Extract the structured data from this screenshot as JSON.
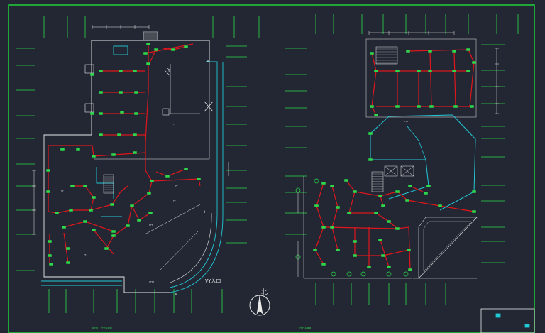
{
  "drawing": {
    "background": "#222733",
    "colors": {
      "frame": "#1fd13b",
      "wall": "#e8e8e8",
      "pipe": "#e0161c",
      "duct": "#22c9d6",
      "terminal": "#2cd94a",
      "text": "#e6e6e6",
      "dim": "#e8e8e8"
    }
  },
  "labels": {
    "entrance": "VY入口",
    "north": "北",
    "axis_y": "Y",
    "room_a": "YY",
    "room_b": "YYY",
    "room_c": "YY",
    "room_d": "YYYY",
    "room_e": "YY",
    "room_f": "YY",
    "room_g": "YYY",
    "left_title": "Ⅱ层YY, YYYY平面图",
    "right_title": "YYYY平面图",
    "marker_four": "4",
    "marker_one": "Ⅰ",
    "marker_two": "Ⅱ",
    "room_left_small": "YY"
  }
}
